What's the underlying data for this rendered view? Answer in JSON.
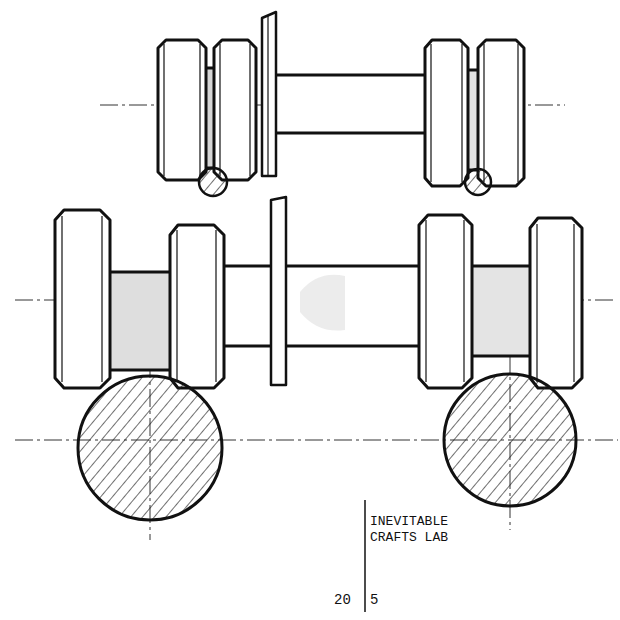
{
  "diagram": {
    "labels": [
      "INEVITABLE CRAFTS LAB",
      "20",
      "5"
    ]
  }
}
